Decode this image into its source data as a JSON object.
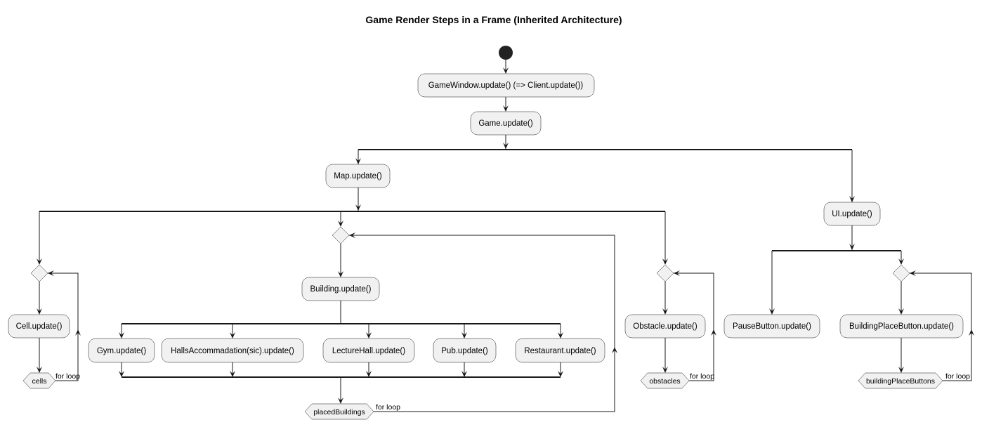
{
  "title": "Game Render Steps in a Frame (Inherited Architecture)",
  "nodes": {
    "game_window_update": "GameWindow.update() (=> Client.update())",
    "game_update": "Game.update()",
    "map_update": "Map.update()",
    "ui_update": "UI.update()",
    "cell_update": "Cell.update()",
    "building_update": "Building.update()",
    "gym_update": "Gym.update()",
    "halls_update": "HallsAccommadation(sic).update()",
    "lecture_hall_update": "LectureHall.update()",
    "pub_update": "Pub.update()",
    "restaurant_update": "Restaurant.update()",
    "obstacle_update": "Obstacle.update()",
    "pause_button_update": "PauseButton.update()",
    "building_place_button_update": "BuildingPlaceButton.update()"
  },
  "loops": {
    "cells": "cells",
    "placed_buildings": "placedBuildings",
    "obstacles": "obstacles",
    "building_place_buttons": "buildingPlaceButtons",
    "loop_label": "for loop"
  }
}
